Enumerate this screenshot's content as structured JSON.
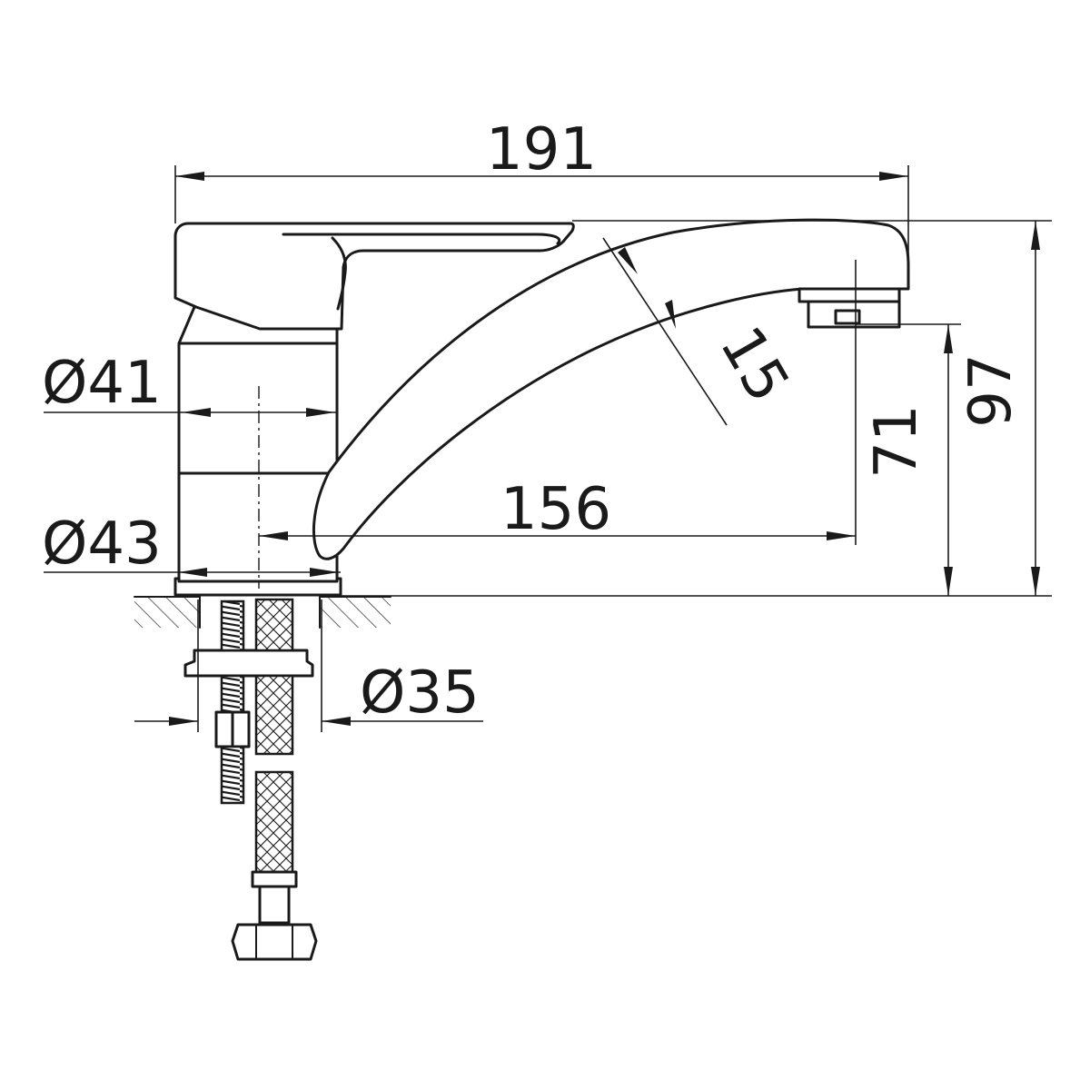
{
  "dimensions": {
    "overall_length": "191",
    "spout_reach": "156",
    "spout_thickness": "15",
    "total_height": "97",
    "spout_outlet_height": "71",
    "body_diameter_upper": "Ø41",
    "body_diameter_lower": "Ø43",
    "mounting_hole_diameter": "Ø35"
  },
  "colors": {
    "line": "#1a1a1a",
    "background": "#ffffff"
  }
}
